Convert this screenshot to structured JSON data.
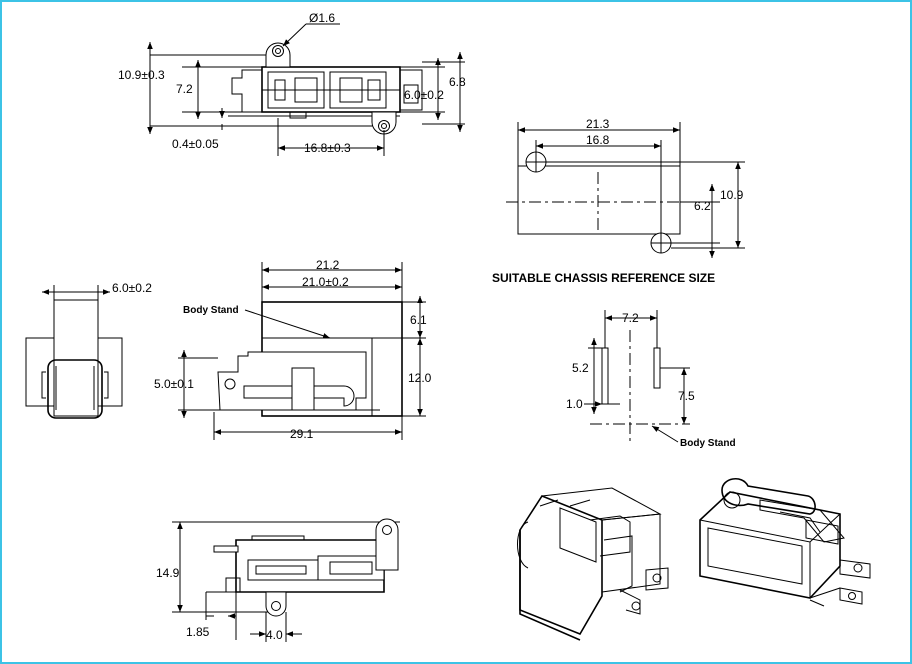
{
  "top_view": {
    "dim_hole": "Ø1.6",
    "dim_height_total": "10.9±0.3",
    "dim_height_inner": "7.2",
    "dim_body_h": "6.0±0.2",
    "dim_right": "6.8",
    "dim_offset": "0.4±0.05",
    "dim_hole_spacing": "16.8±0.3"
  },
  "chassis": {
    "dim_width": "21.3",
    "dim_hole_spacing": "16.8",
    "dim_half": "6.2",
    "dim_height": "10.9",
    "title": "SUITABLE CHASSIS REFERENCE SIZE"
  },
  "end_view": {
    "dim_width": "6.0±0.2"
  },
  "side_view": {
    "dim_overall": "21.2",
    "dim_body": "21.0±0.2",
    "label_body_stand": "Body Stand",
    "dim_top": "6.1",
    "dim_height": "12.0",
    "dim_slot": "5.0±0.1",
    "dim_length": "29.1"
  },
  "slot_detail": {
    "dim_spacing": "7.2",
    "dim_slot_len": "5.2",
    "dim_slot_w": "1.0",
    "dim_offset": "7.5",
    "label_body_stand": "Body Stand"
  },
  "bottom_view": {
    "dim_height": "14.9",
    "dim_offset": "1.85",
    "dim_width": "4.0"
  },
  "colors": {
    "frame": "#3cc3e6"
  }
}
